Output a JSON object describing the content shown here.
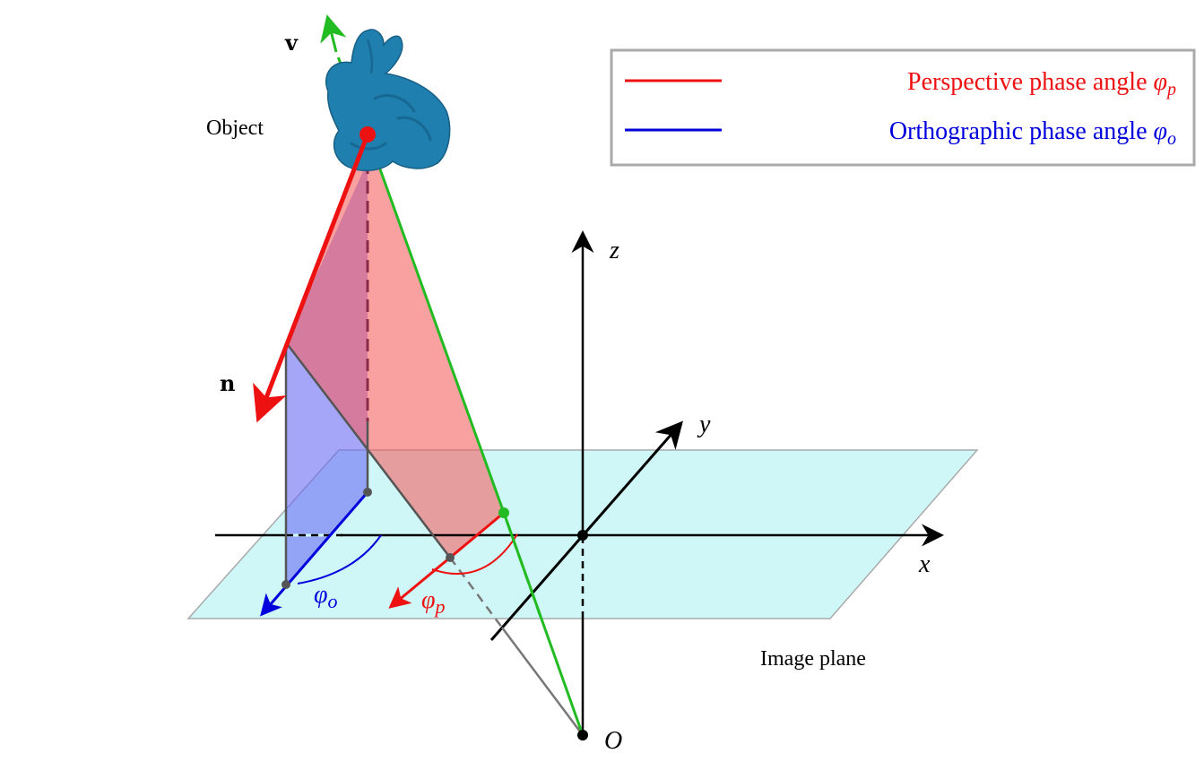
{
  "labels": {
    "object": "Object",
    "image_plane": "Image plane",
    "v": "v",
    "n": "n",
    "x": "x",
    "y": "y",
    "z": "z",
    "origin": "O",
    "phi_o": "φ",
    "phi_o_sub": "o",
    "phi_p": "φ",
    "phi_p_sub": "p"
  },
  "legend": {
    "items": [
      {
        "label": "Perspective phase angle ",
        "symbol": "φ",
        "sub": "p",
        "color": "#ee1111"
      },
      {
        "label": "Orthographic phase angle ",
        "symbol": "φ",
        "sub": "o",
        "color": "#0000dd"
      }
    ]
  },
  "colors": {
    "perspective": "#ee1111",
    "orthographic": "#0000dd",
    "view_ray": "#22bb22",
    "image_plane": "#d0f7f7",
    "object": "#1f7fae"
  }
}
